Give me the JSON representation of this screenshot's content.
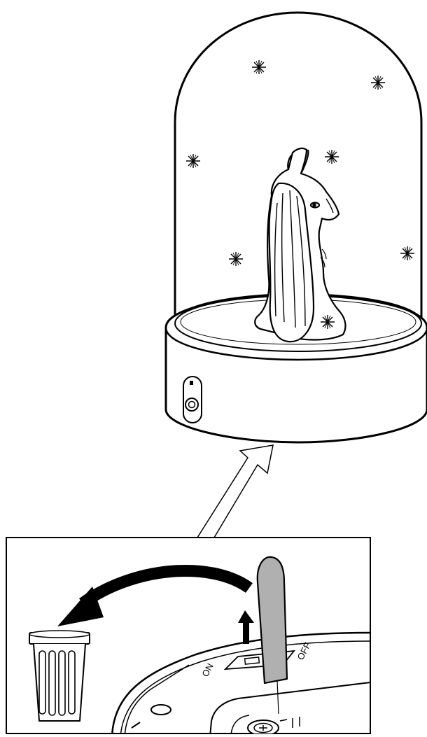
{
  "figure": {
    "type": "instruction-illustration",
    "colors": {
      "line": "#000000",
      "background": "#ffffff",
      "tab_fill": "#b0b0b0"
    },
    "switch_labels": {
      "on": "ON",
      "off": "OFF"
    },
    "icons": [
      "snow-globe",
      "snowflake",
      "fox-figurine",
      "battery-pull-tab",
      "trash-can",
      "curved-arrow",
      "up-arrow"
    ]
  }
}
